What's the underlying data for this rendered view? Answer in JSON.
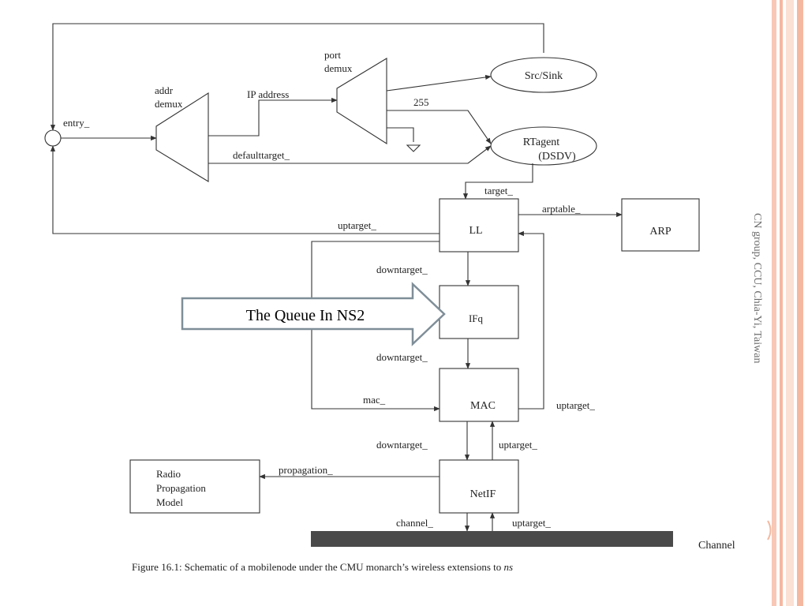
{
  "side_note": "CN group, CCU, Chia-Yi, Taiwan",
  "callout": "The Queue In NS2",
  "caption_main": "Figure 16.1: Schematic of a mobilenode under the CMU monarch’s wireless extensions to ",
  "caption_ns": "ns",
  "colors": {
    "accent": "#f4b8a0",
    "channel_bar": "#4a4a4a",
    "line": "#333333"
  },
  "blocks": {
    "port_demux": [
      "port",
      "demux"
    ],
    "addr_demux": [
      "addr",
      "demux"
    ],
    "src_sink": "Src/Sink",
    "rtagent": [
      "RTagent",
      "(DSDV)"
    ],
    "ll": "LL",
    "arp": "ARP",
    "ifq": "IFq",
    "mac": "MAC",
    "netif": "NetIF",
    "radio": [
      "Radio",
      "Propagation",
      "Model"
    ],
    "channel": "Channel"
  },
  "labels": {
    "entry": "entry_",
    "ip_address": "IP address",
    "port_255": "255",
    "defaulttarget": "defaulttarget_",
    "target": "target_",
    "arptable": "arptable_",
    "uptarget_ll": "uptarget_",
    "downtarget_ll": "downtarget_",
    "downtarget_ifq": "downtarget_",
    "mac": "mac_",
    "uptarget_mac": "uptarget_",
    "downtarget_mac": "downtarget_",
    "uptarget_netif": "uptarget_",
    "propagation": "propagation_",
    "channel": "channel_",
    "uptarget_channel": "uptarget_"
  }
}
